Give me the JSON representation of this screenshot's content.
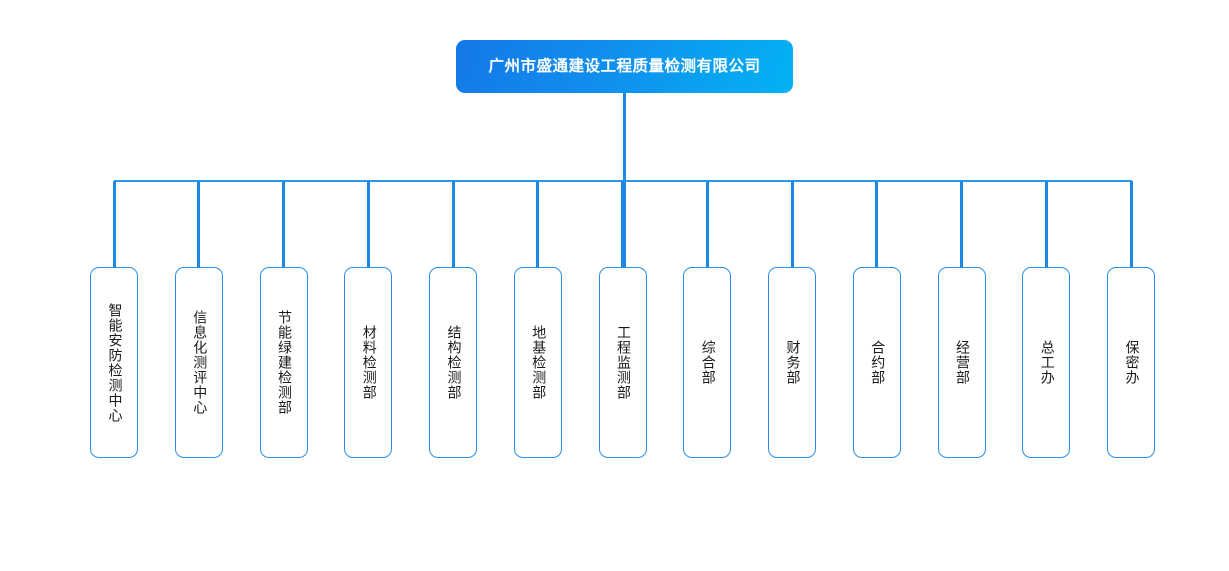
{
  "chart": {
    "type": "org-chart",
    "orientation": "vertical-tree",
    "root": {
      "label": "广州市盛通建设工程质量检测有限公司",
      "color_start": "#1478E8",
      "color_end": "#03B2F2",
      "text_color": "#FFFFFF"
    },
    "connector_color": "#1E88E5",
    "bus_color": "#2E95F0",
    "box_border_color": "#2B8FE8",
    "box_text_color": "#1A1A1A",
    "departments": [
      {
        "label": "智能安防检测中心"
      },
      {
        "label": "信息化测评中心"
      },
      {
        "label": "节能绿建检测部"
      },
      {
        "label": "材料检测部"
      },
      {
        "label": "结构检测部"
      },
      {
        "label": "地基检测部"
      },
      {
        "label": "工程监测部"
      },
      {
        "label": "综合部"
      },
      {
        "label": "财务部"
      },
      {
        "label": "合约部"
      },
      {
        "label": "经营部"
      },
      {
        "label": "总工办"
      },
      {
        "label": "保密办"
      }
    ]
  }
}
